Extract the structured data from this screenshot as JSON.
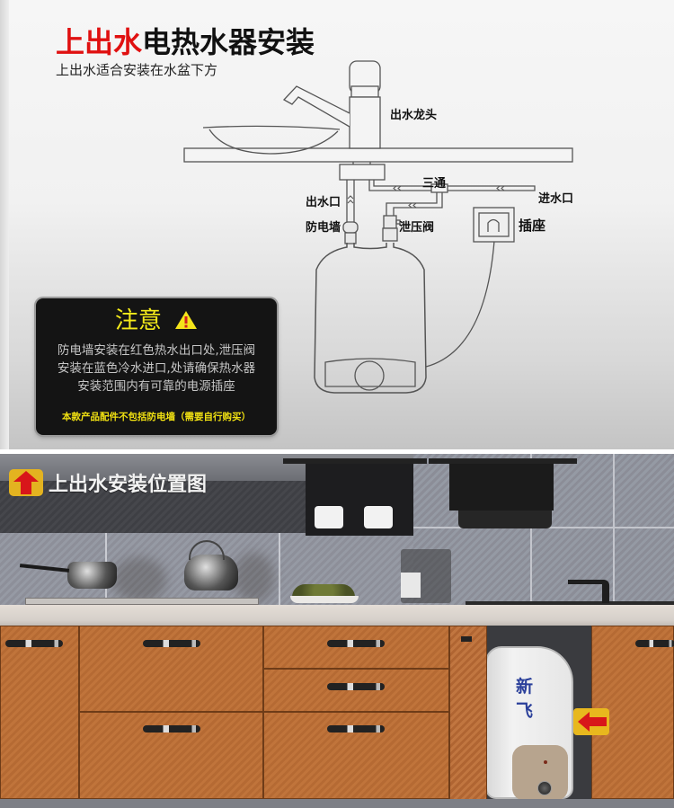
{
  "diagram": {
    "title_red": "上出水",
    "title_black": "电热水器安装",
    "subtitle": "上出水适合安装在水盆下方",
    "labels": {
      "faucet": "出水龙头",
      "tee": "三通",
      "outlet": "出水口",
      "inlet": "进水口",
      "anti_shock_wall": "防电墙",
      "relief_valve": "泄压阀",
      "socket": "插座"
    },
    "colors": {
      "title_red": "#e01010",
      "line": "#555555"
    }
  },
  "warning": {
    "title": "注意",
    "icon": "warning-triangle-icon",
    "body_lines": [
      "防电墙安装在红色热水出口处,泄压阀",
      "安装在蓝色冷水进口,处请确保热水器",
      "安装范围内有可靠的电源插座"
    ],
    "note": "本款产品配件不包括防电墙（需要自行购买）",
    "colors": {
      "background": "#141414",
      "title": "#f4ea1a",
      "body": "#c6c6c6",
      "note": "#f0e012"
    }
  },
  "photo": {
    "banner_text": "上出水安装位置图",
    "banner_icon": "up-arrow-icon",
    "heater_brand": "新 飞",
    "pointer_icon": "left-arrow-icon",
    "colors": {
      "badge": "#e3b320",
      "arrow": "#d8161a",
      "cabinet": "#b86c35",
      "heater_brand": "#2a3f9a"
    }
  }
}
